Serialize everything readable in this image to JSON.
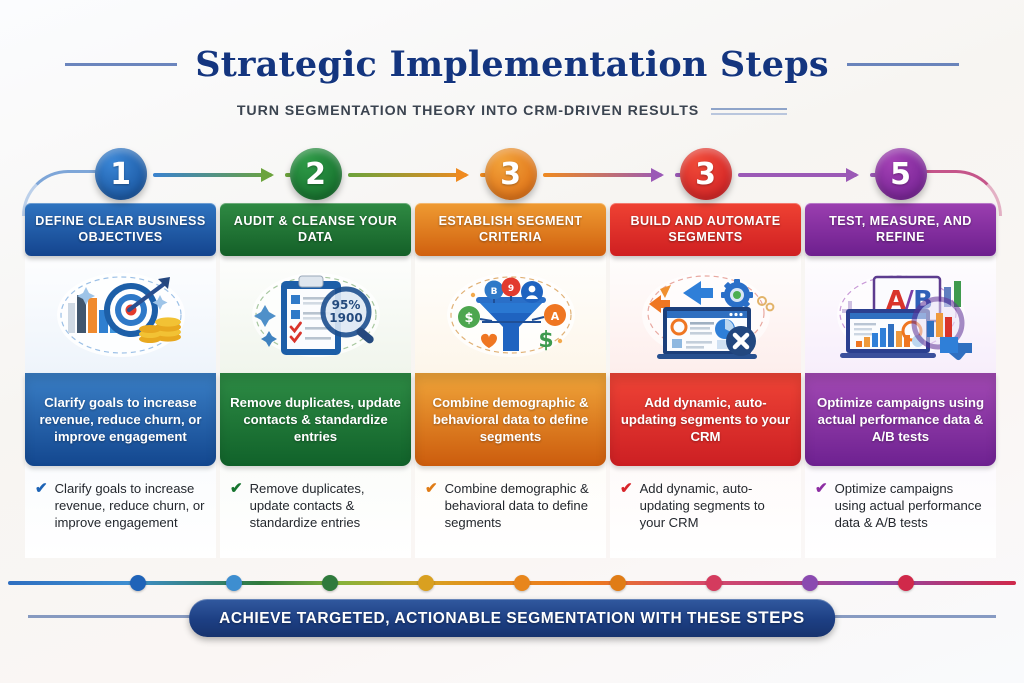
{
  "header": {
    "title": "Strategic Implementation Steps",
    "subtitle": "TURN SEGMENTATION THEORY INTO CRM-DRIVEN RESULTS"
  },
  "steps": [
    {
      "number": "1",
      "heading": "DEFINE CLEAR BUSINESS OBJECTIVES",
      "summary": "Clarify goals to increase revenue, reduce churn, or improve engagement",
      "bullet": "Clarify goals to increase revenue, reduce churn, or improve engagement",
      "check_glyph": "✔",
      "illustration": "target-bullseye-chart-coins-icon",
      "colors": {
        "header_from": "#2f74c0",
        "header_to": "#14448e",
        "body_from": "#3a7fc6",
        "body_to": "#13478f",
        "circle_from": "#3a86d6",
        "circle_to": "#124a92",
        "accent": "#1d63b5",
        "panel_tint": "#eef4fb",
        "dot": "#1f63b8",
        "arrow": "#3a82cf"
      }
    },
    {
      "number": "2",
      "heading": "AUDIT & CLEANSE YOUR DATA",
      "summary": "Remove duplicates, update contacts & standardize entries",
      "bullet": "Remove duplicates, update contacts & standardize entries",
      "check_glyph": "✔",
      "illustration": "clipboard-checklist-magnifier-icon",
      "illustration_labels": [
        "95%",
        "1900"
      ],
      "colors": {
        "header_from": "#2f8a43",
        "header_to": "#146028",
        "body_from": "#2e8c45",
        "body_to": "#11622a",
        "circle_from": "#2e9b47",
        "circle_to": "#116527",
        "accent": "#16742e",
        "panel_tint": "#f0f5ec",
        "dot": "#2a7a37",
        "arrow": "#6ba33c"
      }
    },
    {
      "number": "3",
      "heading": "ESTABLISH SEGMENT CRITERIA",
      "summary": "Combine demographic & behavioral data to define segments",
      "bullet": "Combine demographic & behavioral data to define segments",
      "check_glyph": "✔",
      "illustration": "funnel-segmentation-icons",
      "illustration_labels": [
        "B",
        "9",
        "$",
        "A"
      ],
      "colors": {
        "header_from": "#ef9b32",
        "header_to": "#d0600f",
        "body_from": "#f0a53a",
        "body_to": "#cc5c0d",
        "circle_from": "#f2a33a",
        "circle_to": "#da650f",
        "accent": "#e07c16",
        "panel_tint": "#fdf6ea",
        "dot": "#e78a1c",
        "arrow": "#ef8a1f"
      }
    },
    {
      "number": "3",
      "heading": "BUILD AND AUTOMATE SEGMENTS",
      "summary": "Add dynamic, auto-updating segments to your CRM",
      "bullet": "Add dynamic, auto-updating segments to your CRM",
      "check_glyph": "✔",
      "illustration": "laptop-dashboard-gear-sync-icon",
      "colors": {
        "header_from": "#ef4233",
        "header_to": "#cf1f21",
        "body_from": "#ef4436",
        "body_to": "#cc1f23",
        "circle_from": "#f04a38",
        "circle_to": "#cc1b22",
        "accent": "#d8242a",
        "panel_tint": "#fdeeec",
        "dot": "#d43b5e",
        "arrow": "#9b59b6"
      }
    },
    {
      "number": "5",
      "heading": "TEST, MEASURE, AND REFINE",
      "summary": "Optimize campaigns using actual performance data & A/B tests",
      "bullet": "Optimize campaigns using actual performance data & A/B tests",
      "check_glyph": "✔",
      "illustration": "ab-test-laptop-magnifier-chart-icon",
      "illustration_labels": [
        "A",
        "/",
        "B"
      ],
      "colors": {
        "header_from": "#9b3fb0",
        "header_to": "#6d1f8e",
        "body_from": "#a34ab4",
        "body_to": "#6e2191",
        "circle_from": "#a441b5",
        "circle_to": "#6b1d8c",
        "accent": "#8d2ea3",
        "panel_tint": "#f7eefb",
        "dot": "#8a4ab0",
        "arrow": "#9b59b6"
      }
    }
  ],
  "timeline": {
    "dots": [
      "#1f63b8",
      "#3e8ed0",
      "#2f7a3c",
      "#d9a020",
      "#e8861c",
      "#e07c16",
      "#d43b5e",
      "#8a4ab0",
      "#d0294a"
    ]
  },
  "footer": {
    "text_lead": "ACHIEVE TARGETED, ACTIONABLE SEGMENTATION WITH THESE ",
    "text_emphasis": "STEPS"
  },
  "palette": {
    "title_color": "#14357f",
    "subtitle_color": "#3b4450",
    "footer_pill": "#1d3f83"
  }
}
